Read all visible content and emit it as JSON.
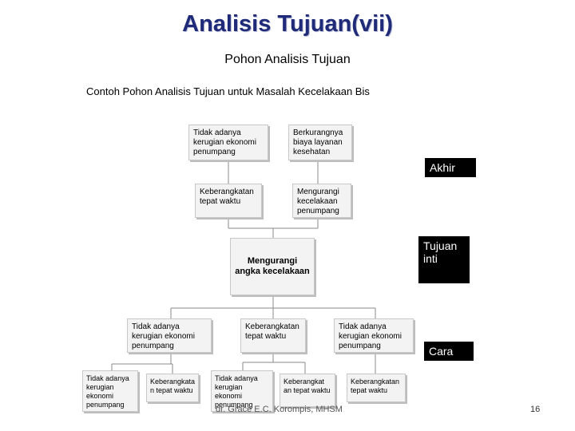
{
  "slide": {
    "title": "Analisis Tujuan(vii)",
    "subtitle": "Pohon Analisis Tujuan",
    "caption": "Contoh Pohon Analisis Tujuan untuk Masalah Kecelakaan Bis",
    "footer": "dr. Grace E.C. Korompis, MHSM",
    "page_number": "16"
  },
  "labels": {
    "akhir": "Akhir",
    "tujuan_inti": "Tujuan inti",
    "cara": "Cara"
  },
  "tree": {
    "ends_top": [
      "Tidak adanya kerugian ekonomi penumpang",
      "Berkurangnya biaya layanan kesehatan"
    ],
    "ends_mid": [
      "Keberangkatan tepat waktu",
      "Mengurangi kecelakaan penumpang"
    ],
    "core": "Mengurangi angka kecelakaan",
    "means_1": [
      "Tidak adanya kerugian ekonomi penumpang",
      "Keberangkatan tepat waktu",
      "Tidak adanya kerugian ekonomi penumpang"
    ],
    "means_2": [
      "Tidak adanya kerugian ekonomi penumpang",
      "Keberangkata n tepat waktu",
      "Tidak adanya kerugian ekonomi penumpang",
      "Keberangkat an tepat waktu",
      "Keberangkatan tepat waktu"
    ]
  }
}
